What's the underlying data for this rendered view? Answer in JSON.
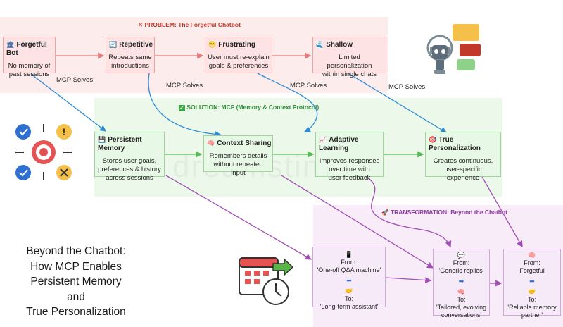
{
  "problem": {
    "title": "PROBLEM: The Forgetful Chatbot",
    "cards": [
      {
        "title": "Forgetful Bot",
        "icon": "bank-icon",
        "desc": [
          "No memory of",
          "past sessions"
        ]
      },
      {
        "title": "Repetitive",
        "icon": "repeat-icon",
        "desc": [
          "Repeats same",
          "introductions"
        ]
      },
      {
        "title": "Frustrating",
        "icon": "grimace-face-icon",
        "desc": [
          "User must re-explain",
          "goals & preferences"
        ]
      },
      {
        "title": "Shallow",
        "icon": "shallow-icon",
        "desc": [
          "Limited personalization",
          "within single chats"
        ]
      }
    ]
  },
  "mcp_solves": [
    "MCP Solves",
    "MCP Solves",
    "MCP Solves",
    "MCP Solves"
  ],
  "solution": {
    "title": "SOLUTION: MCP (Memory & Context Protocol)",
    "cards": [
      {
        "title": "Persistent Memory",
        "icon": "floppy-disk-icon",
        "desc": [
          "Stores user goals,",
          "preferences & history",
          "across sessions"
        ]
      },
      {
        "title": "Context Sharing",
        "icon": "brain-icon",
        "desc": [
          "Remembers details",
          "without repeated input"
        ]
      },
      {
        "title": "Adaptive Learning",
        "icon": "chart-up-icon",
        "desc": [
          "Improves responses",
          "over time with",
          "user feedback"
        ]
      },
      {
        "title": "True Personalization",
        "icon": "target-icon",
        "desc": [
          "Creates continuous,",
          "user-specific",
          "experience"
        ]
      }
    ]
  },
  "transformation": {
    "title": "TRANSFORMATION: Beyond the Chatbot",
    "cards": [
      {
        "from_label": "From:",
        "from_icon": "phone-icon",
        "from": "'One-off Q&A machine'",
        "arrow": "➡",
        "to_label": "To:",
        "to_icon": "handshake-icon",
        "to": "'Long-term assistant'"
      },
      {
        "from_label": "From:",
        "from_icon": "speech-bubble-icon",
        "from": "'Generic replies'",
        "arrow": "➡",
        "to_label": "To:",
        "to_icon": "brain-icon",
        "to": [
          "'Tailored, evolving",
          "conversations'"
        ]
      },
      {
        "from_label": "From:",
        "from_icon": "brain-icon",
        "from": "'Forgetful'",
        "arrow": "➡",
        "to_label": "To:",
        "to_icon": "handshake-icon",
        "to": [
          "'Reliable memory",
          "partner'"
        ]
      }
    ]
  },
  "headline": [
    "Beyond the Chatbot:",
    "How MCP Enables",
    "Persistent Memory",
    "and",
    "True Personalization"
  ],
  "colors": {
    "problem": "#fde3e3",
    "solution": "#e8f8e6",
    "transformation": "#f6e9f8",
    "problem_arrow": "#e77a7a",
    "solution_arrow": "#5ab958",
    "mcp_arrow": "#2f8bd4",
    "transform_arrow": "#a24fb5"
  }
}
